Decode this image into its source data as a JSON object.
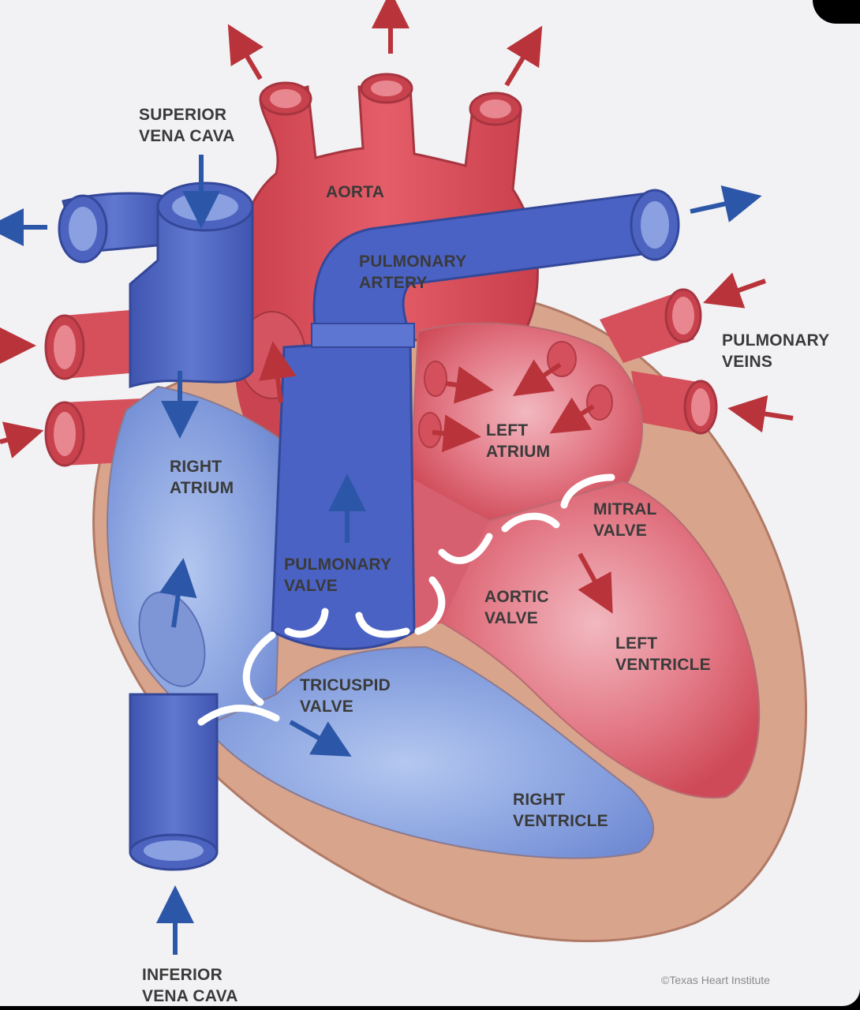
{
  "labels": {
    "superior_vena_cava": [
      "SUPERIOR",
      "VENA CAVA"
    ],
    "aorta": [
      "AORTA"
    ],
    "pulmonary_artery": [
      "PULMONARY",
      "ARTERY"
    ],
    "pulmonary_veins": [
      "PULMONARY",
      "VEINS"
    ],
    "right_atrium": [
      "RIGHT",
      "ATRIUM"
    ],
    "left_atrium": [
      "LEFT",
      "ATRIUM"
    ],
    "mitral_valve": [
      "MITRAL",
      "VALVE"
    ],
    "pulmonary_valve": [
      "PULMONARY",
      "VALVE"
    ],
    "aortic_valve": [
      "AORTIC",
      "VALVE"
    ],
    "left_ventricle": [
      "LEFT",
      "VENTRICLE"
    ],
    "tricuspid_valve": [
      "TRICUSPID",
      "VALVE"
    ],
    "right_ventricle": [
      "RIGHT",
      "VENTRICLE"
    ],
    "inferior_vena_cava": [
      "INFERIOR",
      "VENA CAVA"
    ]
  },
  "credit": "©Texas Heart Institute",
  "colors": {
    "background": "#f2f1f4",
    "oxygen_rich": "#d9505a",
    "oxygen_poor": "#5a72c8",
    "wall": "#d9a48c",
    "arrow_red": "#b8343a",
    "arrow_blue": "#2c57a8"
  }
}
